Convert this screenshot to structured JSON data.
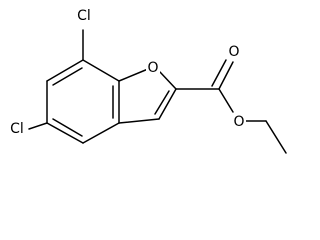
{
  "molecule": {
    "atoms": [
      {
        "id": "cl7",
        "label": "Cl"
      },
      {
        "id": "cl5",
        "label": "Cl"
      },
      {
        "id": "o1",
        "label": "O"
      },
      {
        "id": "o_carbonyl",
        "label": "O"
      },
      {
        "id": "o_ester",
        "label": "O"
      }
    ]
  },
  "colors": {
    "bond": "#000000",
    "background": "#ffffff"
  }
}
